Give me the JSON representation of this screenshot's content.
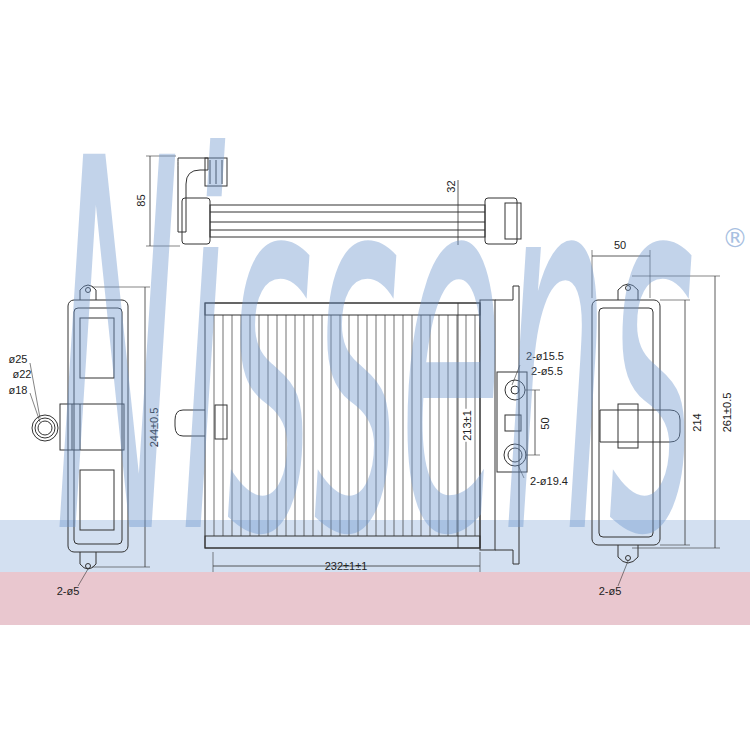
{
  "diagram": {
    "labels": [
      "85",
      "32",
      "ø25",
      "ø22",
      "ø18",
      "244±0.5",
      "2-ø5",
      "2-ø15.5",
      "2-ø5.5",
      "50",
      "2-ø19.4",
      "213±1",
      "232±1±1",
      "50",
      "214",
      "261±0.5",
      "2-ø5",
      "Nissens",
      "®"
    ]
  }
}
